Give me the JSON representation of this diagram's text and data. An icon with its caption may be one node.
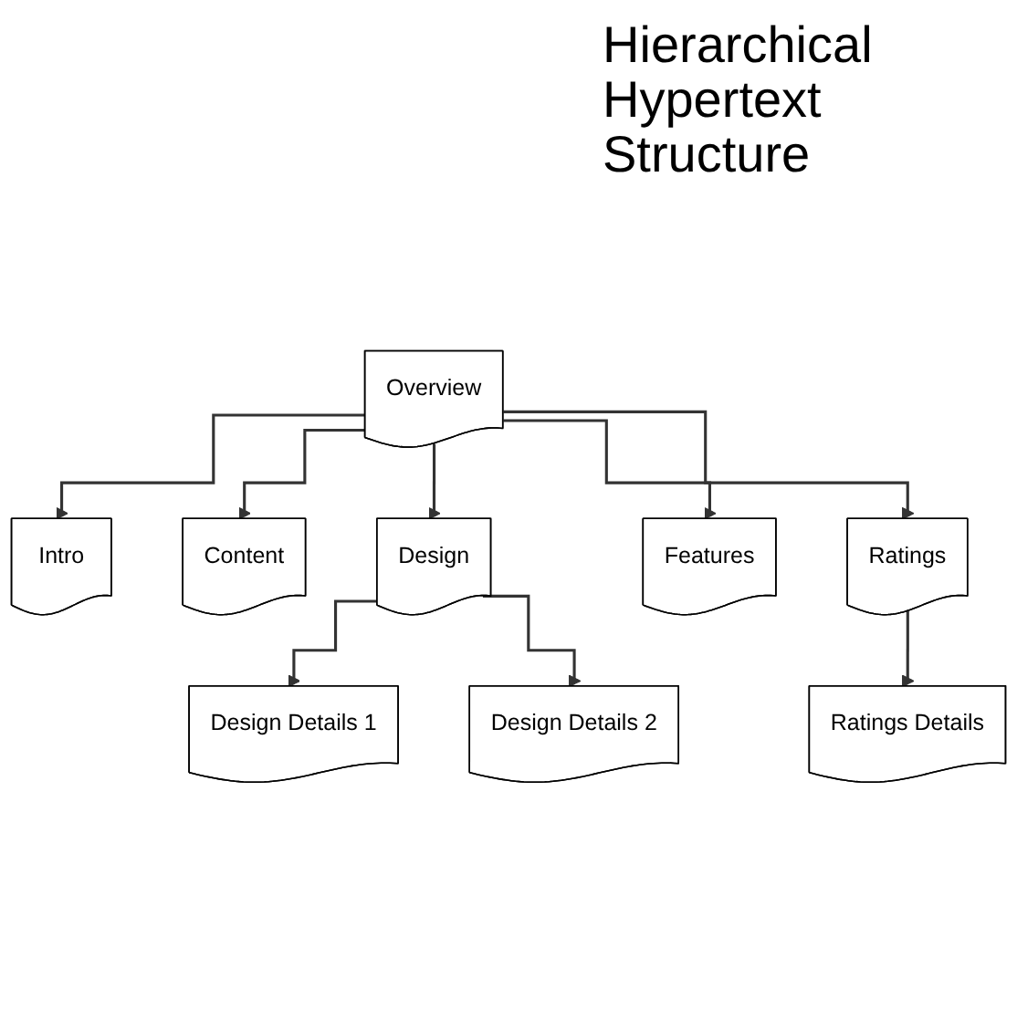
{
  "diagram": {
    "title": "Hierarchical Hypertext Structure",
    "nodes": [
      {
        "text": [
          "Overview"
        ]
      },
      {
        "text": [
          "Intro"
        ]
      },
      {
        "text": [
          "Content"
        ]
      },
      {
        "text": [
          "Design"
        ]
      },
      {
        "text": [
          "Features"
        ]
      },
      {
        "text": [
          "Ratings"
        ]
      },
      {
        "text": [
          "Design Details 1"
        ]
      },
      {
        "text": [
          "Design Details 2"
        ]
      },
      {
        "text": [
          "Ratings Details"
        ]
      }
    ],
    "edges": [
      {
        "from": 0,
        "to": 1,
        "arrow": "to"
      },
      {
        "from": 0,
        "to": 2,
        "arrow": "to"
      },
      {
        "from": 0,
        "to": 3,
        "arrow": "to"
      },
      {
        "from": 0,
        "to": 4,
        "arrow": "to"
      },
      {
        "from": 0,
        "to": 5,
        "arrow": "to"
      },
      {
        "from": 3,
        "to": 6,
        "arrow": "to"
      },
      {
        "from": 3,
        "to": 7,
        "arrow": "to"
      },
      {
        "from": 5,
        "to": 8,
        "arrow": "to"
      }
    ]
  }
}
